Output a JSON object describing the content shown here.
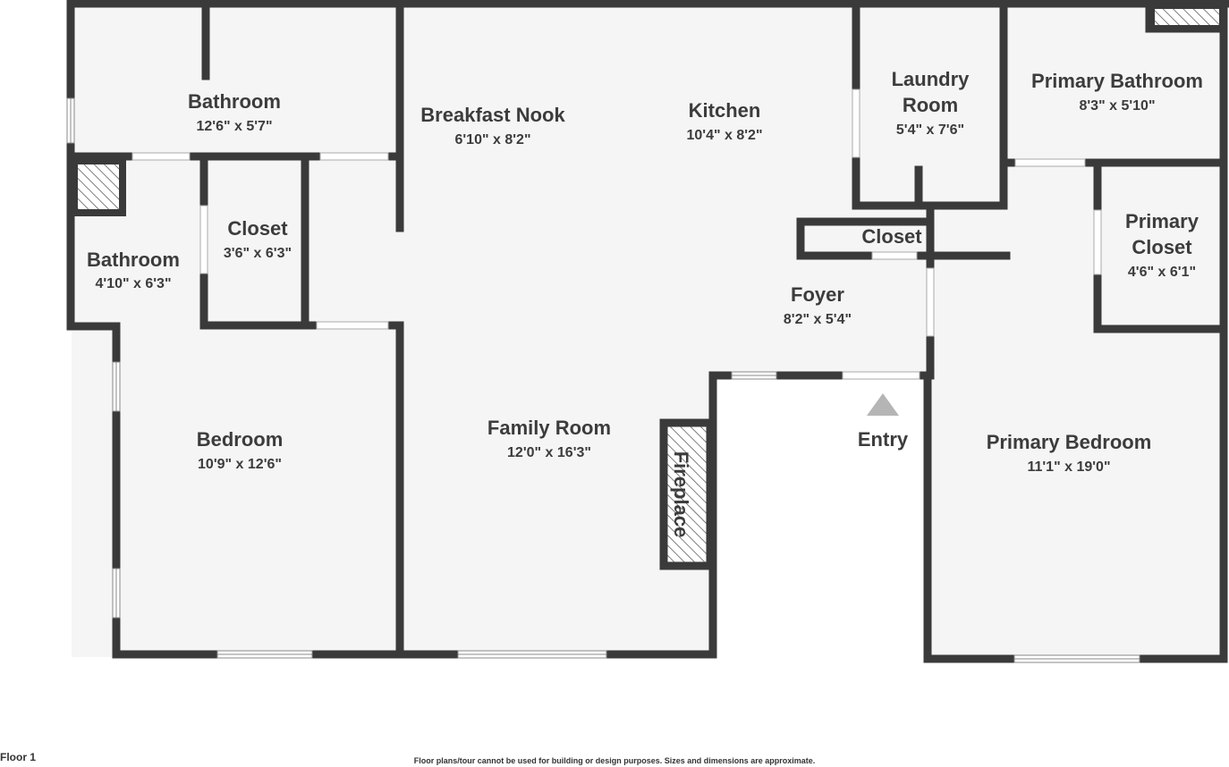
{
  "floor_label": "Floor 1",
  "disclaimer": "Floor plans/tour cannot be used for building or design purposes. Sizes and dimensions are approximate.",
  "rooms": {
    "bathroom_top": {
      "name": "Bathroom",
      "dims": "12'6\" x 5'7\""
    },
    "bathroom_left": {
      "name": "Bathroom",
      "dims": "4'10\" x 6'3\""
    },
    "closet_left": {
      "name": "Closet",
      "dims": "3'6\" x 6'3\""
    },
    "bedroom": {
      "name": "Bedroom",
      "dims": "10'9\" x 12'6\""
    },
    "breakfast_nook": {
      "name": "Breakfast Nook",
      "dims": "6'10\" x 8'2\""
    },
    "kitchen": {
      "name": "Kitchen",
      "dims": "10'4\" x 8'2\""
    },
    "family_room": {
      "name": "Family Room",
      "dims": "12'0\" x 16'3\""
    },
    "fireplace": {
      "name": "Fireplace"
    },
    "laundry_room": {
      "name_line1": "Laundry",
      "name_line2": "Room",
      "dims": "5'4\" x 7'6\""
    },
    "closet_foyer": {
      "name": "Closet"
    },
    "foyer": {
      "name": "Foyer",
      "dims": "8'2\" x 5'4\""
    },
    "entry": {
      "name": "Entry"
    },
    "primary_bathroom": {
      "name": "Primary Bathroom",
      "dims": "8'3\" x 5'10\""
    },
    "primary_closet": {
      "name_line1": "Primary",
      "name_line2": "Closet",
      "dims": "4'6\" x 6'1\""
    },
    "primary_bedroom": {
      "name": "Primary Bedroom",
      "dims": "11'1\" x 19'0\""
    }
  },
  "colors": {
    "wall": "#3a3a3a",
    "floor": "#f5f5f5",
    "opening": "#ffffff",
    "hatch": "#555555",
    "text": "#3c3c3c",
    "entry_marker": "#b5b5b5"
  }
}
